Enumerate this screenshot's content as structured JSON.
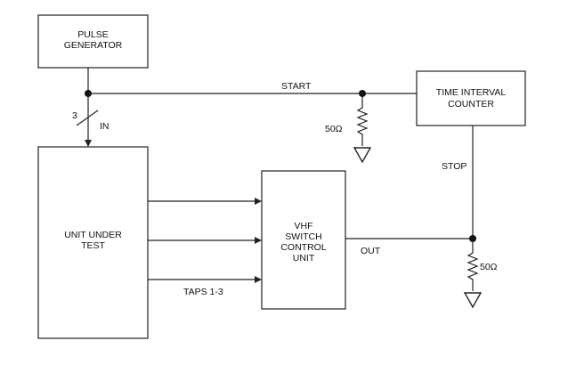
{
  "blocks": {
    "pulse_generator": [
      "PULSE",
      "GENERATOR"
    ],
    "time_interval_counter": [
      "TIME INTERVAL",
      "COUNTER"
    ],
    "unit_under_test": [
      "UNIT UNDER",
      "TEST"
    ],
    "vhf_switch_control_unit": [
      "VHF",
      "SWITCH",
      "CONTROL",
      "UNIT"
    ]
  },
  "labels": {
    "start": "START",
    "stop": "STOP",
    "out": "OUT",
    "in": "IN",
    "bus_width": "3",
    "taps": "TAPS 1-3",
    "res_start": "50Ω",
    "res_out": "50Ω"
  }
}
